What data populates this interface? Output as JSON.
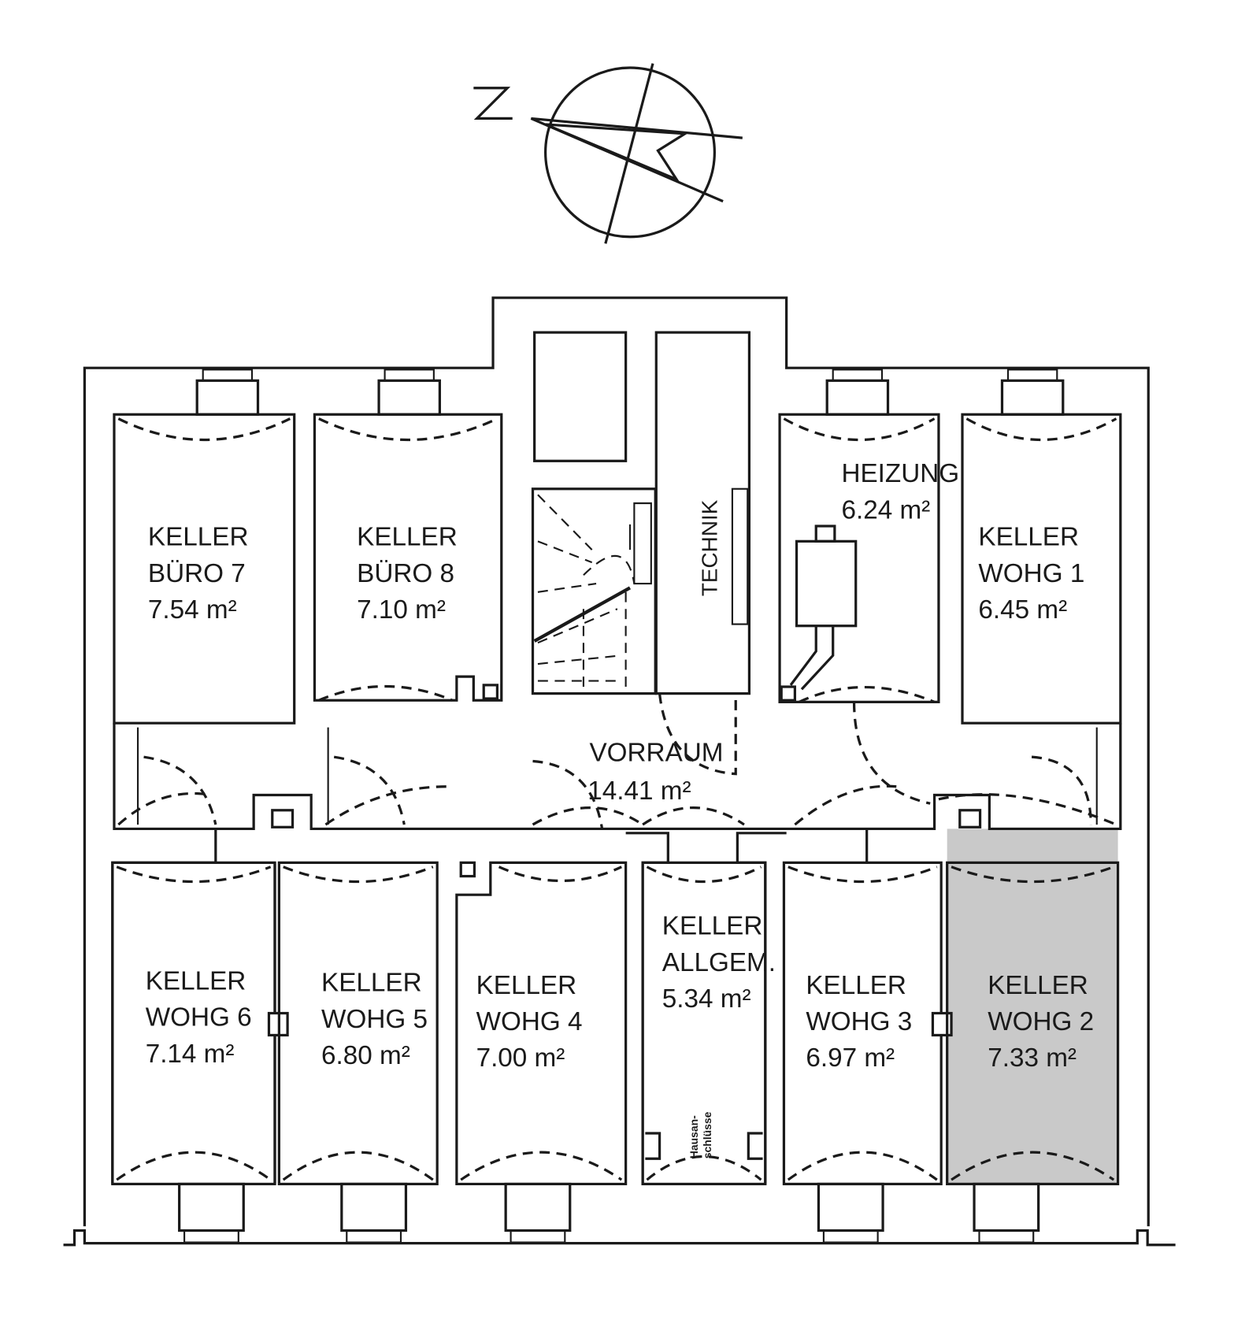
{
  "compass": {
    "north_label": "N"
  },
  "rooms": {
    "buero7": {
      "l1": "KELLER",
      "l2": "BÜRO 7",
      "area": "7.54 m²"
    },
    "buero8": {
      "l1": "KELLER",
      "l2": "BÜRO 8",
      "area": "7.10 m²"
    },
    "technik": {
      "l1": "TECHNIK"
    },
    "heizung": {
      "l1": "HEIZUNG",
      "area": "6.24 m²"
    },
    "wohg1": {
      "l1": "KELLER",
      "l2": "WOHG 1",
      "area": "6.45 m²"
    },
    "vorraum": {
      "l1": "VORRAUM",
      "area": "14.41 m²"
    },
    "wohg6": {
      "l1": "KELLER",
      "l2": "WOHG 6",
      "area": "7.14 m²"
    },
    "wohg5": {
      "l1": "KELLER",
      "l2": "WOHG 5",
      "area": "6.80 m²"
    },
    "wohg4": {
      "l1": "KELLER",
      "l2": "WOHG 4",
      "area": "7.00 m²"
    },
    "allgem": {
      "l1": "KELLER",
      "l2": "ALLGEM.",
      "area": "5.34 m²",
      "note1": "Hausan-",
      "note2": "schlüsse"
    },
    "wohg3": {
      "l1": "KELLER",
      "l2": "WOHG 3",
      "area": "6.97 m²"
    },
    "wohg2": {
      "l1": "KELLER",
      "l2": "WOHG 2",
      "area": "7.33 m²"
    }
  },
  "colors": {
    "highlight": "#c9c9c9",
    "ink": "#1a1a1a"
  }
}
